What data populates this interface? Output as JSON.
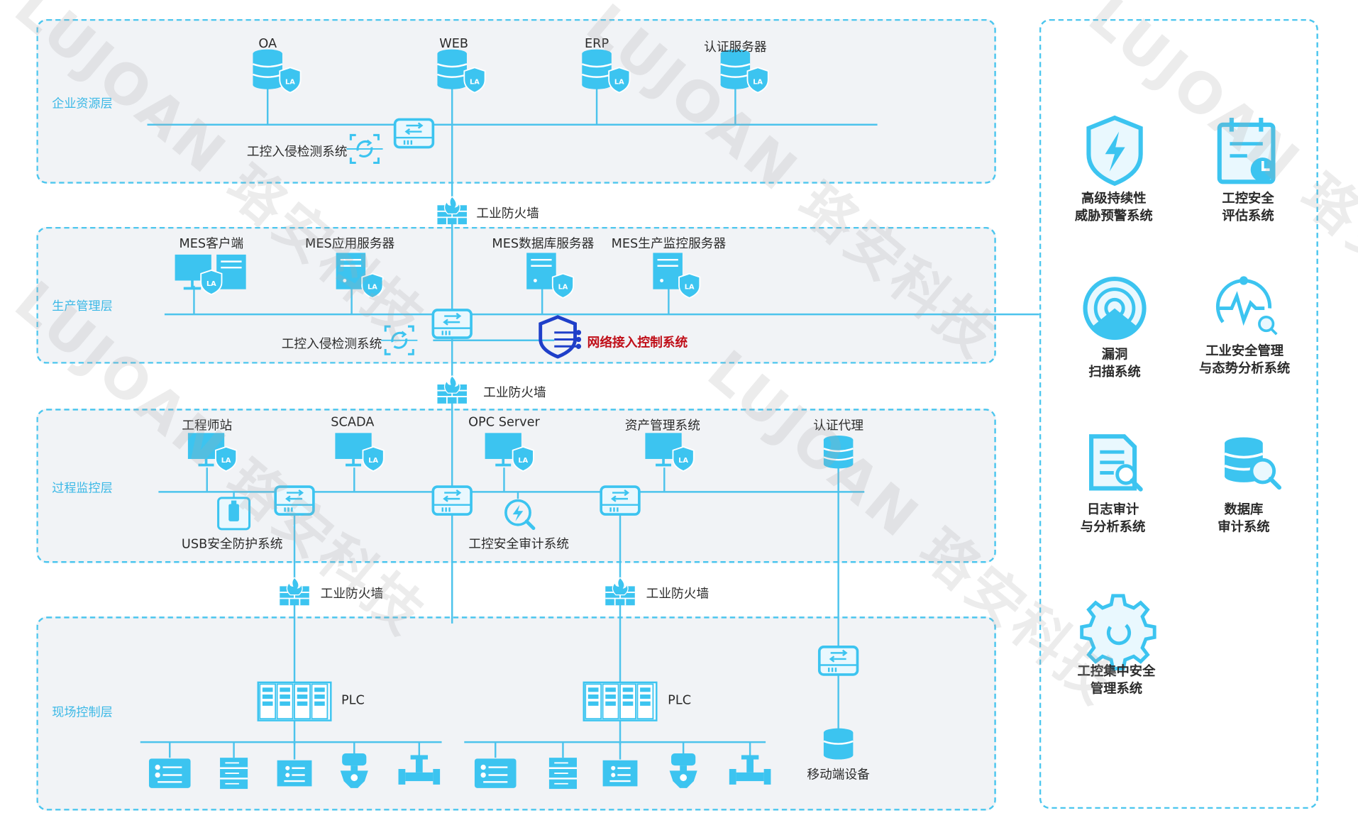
{
  "zones": {
    "enterprise": "企业资源层",
    "production": "生产管理层",
    "process": "过程监控层",
    "field": "现场控制层"
  },
  "enterprise": {
    "servers": [
      "OA",
      "WEB",
      "ERP",
      "认证服务器"
    ],
    "ids": "工控入侵检测系统"
  },
  "firewall": "工业防火墙",
  "production": {
    "nodes": [
      "MES客户端",
      "MES应用服务器",
      "MES数据库服务器",
      "MES生产监控服务器"
    ],
    "ids": "工控入侵检测系统",
    "nac": "网络接入控制系统"
  },
  "process": {
    "nodes": [
      "工程师站",
      "SCADA",
      "OPC Server",
      "资产管理系统",
      "认证代理"
    ],
    "usb": "USB安全防护系统",
    "audit": "工控安全审计系统"
  },
  "field": {
    "plc": "PLC",
    "mobile": "移动端设备"
  },
  "side_systems": [
    {
      "line1": "高级持续性",
      "line2": "威胁预警系统"
    },
    {
      "line1": "工控安全",
      "line2": "评估系统"
    },
    {
      "line1": "漏洞",
      "line2": "扫描系统"
    },
    {
      "line1": "工业安全管理",
      "line2": "与态势分析系统"
    },
    {
      "line1": "日志审计",
      "line2": "与分析系统"
    },
    {
      "line1": "数据库",
      "line2": "审计系统"
    },
    {
      "line1": "工控集中安全",
      "line2": "管理系统"
    }
  ],
  "watermark": "LUJOAN 珞安科技",
  "colors": {
    "accent": "#3cc4f0",
    "line": "#4cc3ec",
    "nac": "#c0101a",
    "nac_icon": "#1f3fc9"
  },
  "icons": {
    "server": "database-server-icon",
    "switch": "network-switch-icon",
    "firewall": "firewall-icon",
    "ids": "intrusion-detection-icon",
    "tower": "tower-server-icon",
    "workstation": "workstation-icon",
    "plc": "plc-rack-icon"
  }
}
